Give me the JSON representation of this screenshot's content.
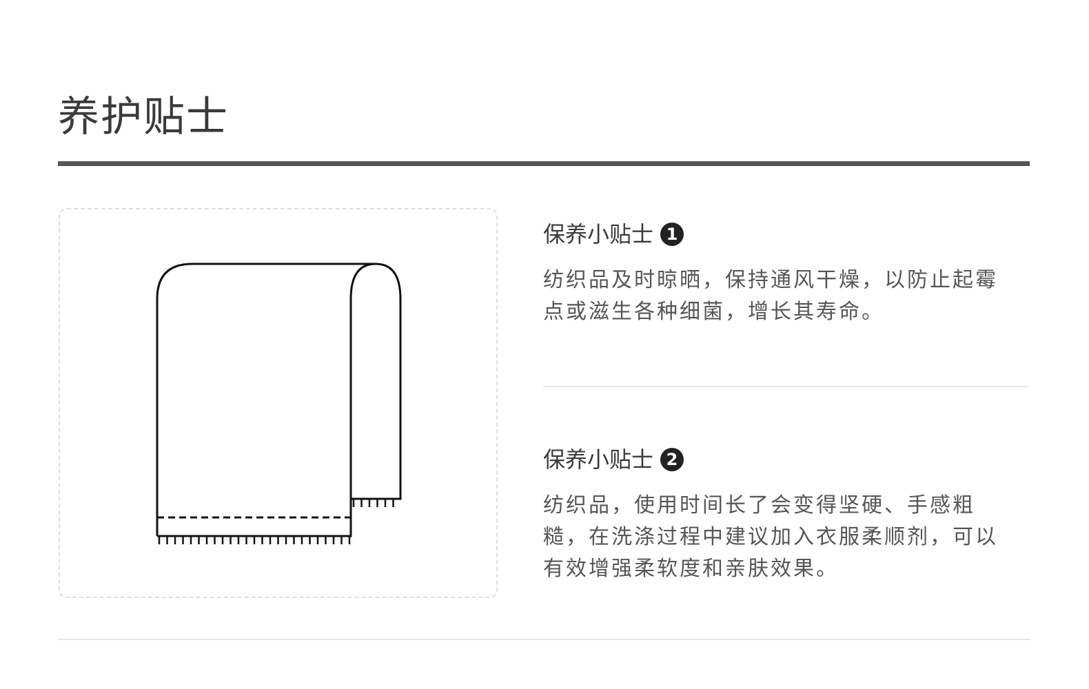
{
  "section": {
    "title": "养护贴士"
  },
  "illustration": {
    "icon": "folded-towel-icon"
  },
  "tips": [
    {
      "heading": "保养小贴士",
      "number": "1",
      "text": "纺织品及时晾晒，保持通风干燥，以防止起霉点或滋生各种细菌，增长其寿命。"
    },
    {
      "heading": "保养小贴士",
      "number": "2",
      "text": "纺织品，使用时间长了会变得坚硬、手感粗糙，在洗涤过程中建议加入衣服柔顺剂，可以有效增强柔软度和亲肤效果。"
    }
  ],
  "colors": {
    "title_rule": "#555555",
    "divider": "#e6e6e6",
    "dashed_border": "#dedede",
    "text": "#555555"
  }
}
